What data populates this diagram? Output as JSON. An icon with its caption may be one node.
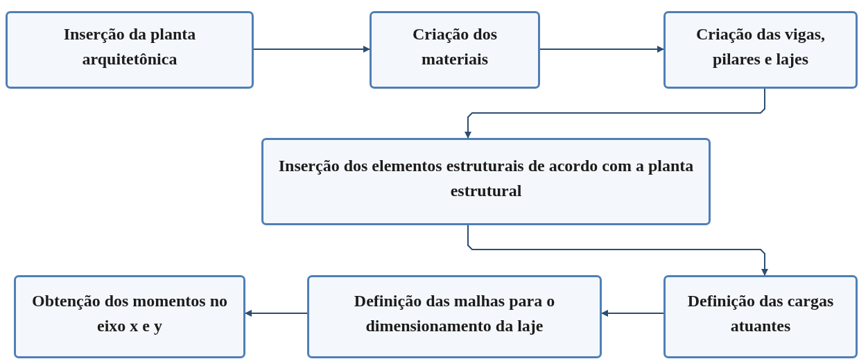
{
  "diagram": {
    "nodes": [
      {
        "text": [
          "Inserção da planta arquitetônica"
        ]
      },
      {
        "text": [
          "Criação dos materiais"
        ]
      },
      {
        "text": [
          "Criação das vigas, pilares e lajes"
        ]
      },
      {
        "text": [
          "Inserção dos elementos estruturais de acordo com a planta estrutural"
        ]
      },
      {
        "text": [
          "Definição das cargas atuantes"
        ]
      },
      {
        "text": [
          "Definição das malhas para o dimensionamento da laje"
        ]
      },
      {
        "text": [
          "Obtenção dos momentos no eixo x e y"
        ]
      }
    ],
    "edges": [
      {
        "from": 0,
        "to": 1,
        "arrow": "to"
      },
      {
        "from": 1,
        "to": 2,
        "arrow": "to"
      },
      {
        "from": 2,
        "to": 3,
        "arrow": "to"
      },
      {
        "from": 3,
        "to": 4,
        "arrow": "to"
      },
      {
        "from": 4,
        "to": 5,
        "arrow": "to"
      },
      {
        "from": 5,
        "to": 6,
        "arrow": "to"
      }
    ]
  }
}
